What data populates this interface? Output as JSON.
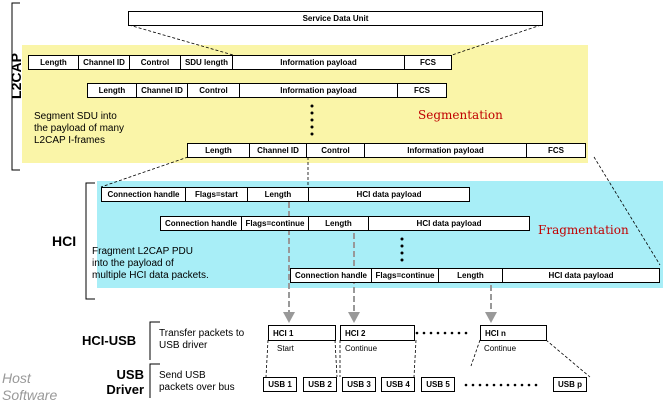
{
  "sdu": {
    "label": "Service Data Unit"
  },
  "l2cap": {
    "layer_label": "L2CAP",
    "row1": [
      "Length",
      "Channel ID",
      "Control",
      "SDU length",
      "Information payload",
      "FCS"
    ],
    "row2": [
      "Length",
      "Channel ID",
      "Control",
      "Information payload",
      "FCS"
    ],
    "row3": [
      "Length",
      "Channel ID",
      "Control",
      "Information payload",
      "FCS"
    ],
    "description": [
      "Segment SDU into",
      "the payload of many",
      "L2CAP I-frames"
    ],
    "process_label": "Segmentation",
    "bg_color": "#faf5a8"
  },
  "hci": {
    "layer_label": "HCI",
    "row1": [
      "Connection handle",
      "Flags=start",
      "Length",
      "HCI data payload"
    ],
    "row2": [
      "Connection handle",
      "Flags=continue",
      "Length",
      "HCI data payload"
    ],
    "row3": [
      "Connection handle",
      "Flags=continue",
      "Length",
      "HCI data payload"
    ],
    "description": [
      "Fragment L2CAP PDU",
      "into the payload of",
      "multiple HCI data packets."
    ],
    "process_label": "Fragmentation",
    "bg_color": "#a8eef7"
  },
  "hci_usb": {
    "layer_label": "HCI-USB",
    "description": [
      "Transfer packets to",
      "USB driver"
    ],
    "packets": [
      {
        "label": "HCI 1",
        "sublabel": "Start"
      },
      {
        "label": "HCI 2",
        "sublabel": "Continue"
      },
      {
        "label": "HCI n",
        "sublabel": "Continue"
      }
    ]
  },
  "usb_driver": {
    "layer_label": [
      "USB",
      "Driver"
    ],
    "description": [
      "Send USB",
      "packets over bus"
    ],
    "packets": [
      "USB 1",
      "USB 2",
      "USB 3",
      "USB 4",
      "USB 5",
      "USB p"
    ]
  },
  "host_software": [
    "Host",
    "Software"
  ]
}
